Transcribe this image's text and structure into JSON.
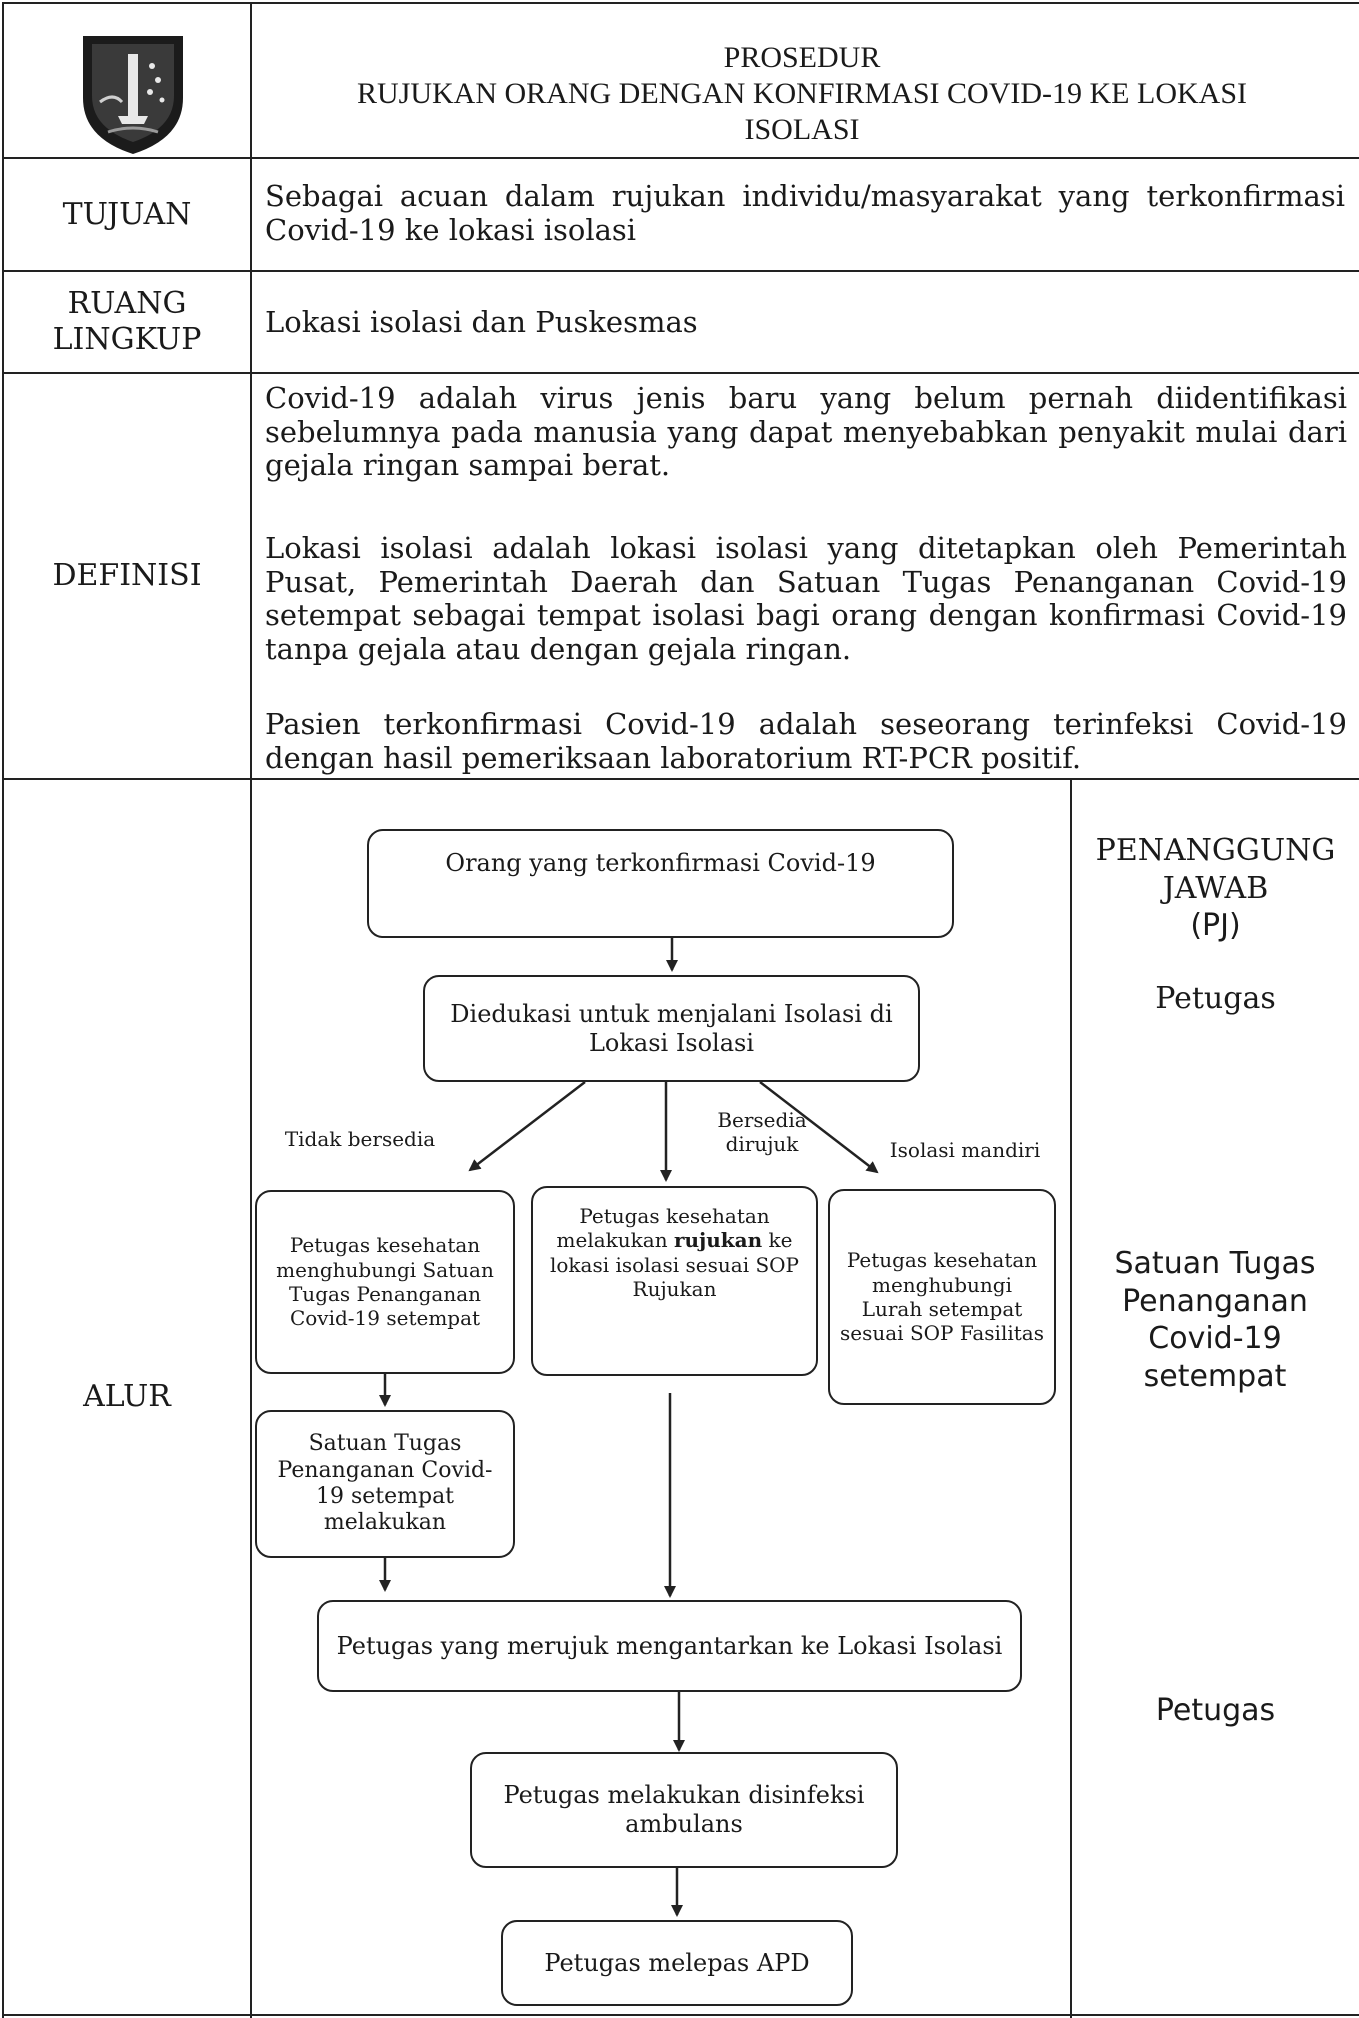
{
  "header": {
    "title_line1": "PROSEDUR",
    "title_line2": "RUJUKAN ORANG DENGAN KONFIRMASI COVID-19 KE LOKASI",
    "title_line3": "ISOLASI"
  },
  "rows": {
    "tujuan": {
      "label": "TUJUAN",
      "text": "Sebagai acuan dalam rujukan individu/masyarakat yang terkonfirmasi Covid-19 ke lokasi isolasi"
    },
    "ruang_lingkup": {
      "label_line1": "RUANG",
      "label_line2": "LINGKUP",
      "text": "Lokasi isolasi dan Puskesmas"
    },
    "definisi": {
      "label": "DEFINISI",
      "paragraphs": [
        "Covid-19 adalah virus jenis baru yang belum pernah diidentifikasi sebelumnya pada manusia yang dapat menyebabkan penyakit mulai dari gejala ringan sampai berat.",
        "Lokasi isolasi adalah lokasi isolasi yang ditetapkan oleh Pemerintah Pusat, Pemerintah Daerah dan Satuan Tugas Penanganan Covid-19 setempat sebagai tempat isolasi bagi orang dengan konfirmasi Covid-19 tanpa gejala atau dengan gejala ringan.",
        "Pasien terkonfirmasi Covid-19 adalah seseorang terinfeksi Covid-19 dengan hasil pemeriksaan laboratorium RT-PCR positif."
      ]
    },
    "alur": {
      "label": "ALUR"
    }
  },
  "flow": {
    "start": "Orang yang terkonfirmasi Covid-19",
    "educate": "Diedukasi untuk menjalani Isolasi di Lokasi Isolasi",
    "branch_left": "Tidak bersedia",
    "branch_mid": "Bersedia dirujuk",
    "branch_right": "Isolasi mandiri",
    "box_left": "Petugas kesehatan menghubungi Satuan Tugas Penanganan Covid-19 setempat",
    "box_mid_pre": "Petugas kesehatan melakukan ",
    "box_mid_bold": "rujukan",
    "box_mid_post": " ke lokasi isolasi sesuai SOP Rujukan",
    "box_right": "Petugas kesehatan menghubungi Lurah setempat sesuai SOP Fasilitas",
    "box_satgas": "Satuan Tugas Penanganan Covid-19 setempat melakukan",
    "deliver": "Petugas yang merujuk mengantarkan ke Lokasi Isolasi",
    "disinfect": "Petugas melakukan disinfeksi ambulans",
    "remove_apd": "Petugas melepas APD"
  },
  "pj": {
    "header_line1": "PENANGGUNG",
    "header_line2": "JAWAB",
    "header_line3": "(PJ)",
    "pj1": "Petugas",
    "pj2": "Satuan Tugas Penanganan Covid-19 setempat",
    "pj3": "Petugas"
  },
  "logo": "provincial-emblem-icon"
}
